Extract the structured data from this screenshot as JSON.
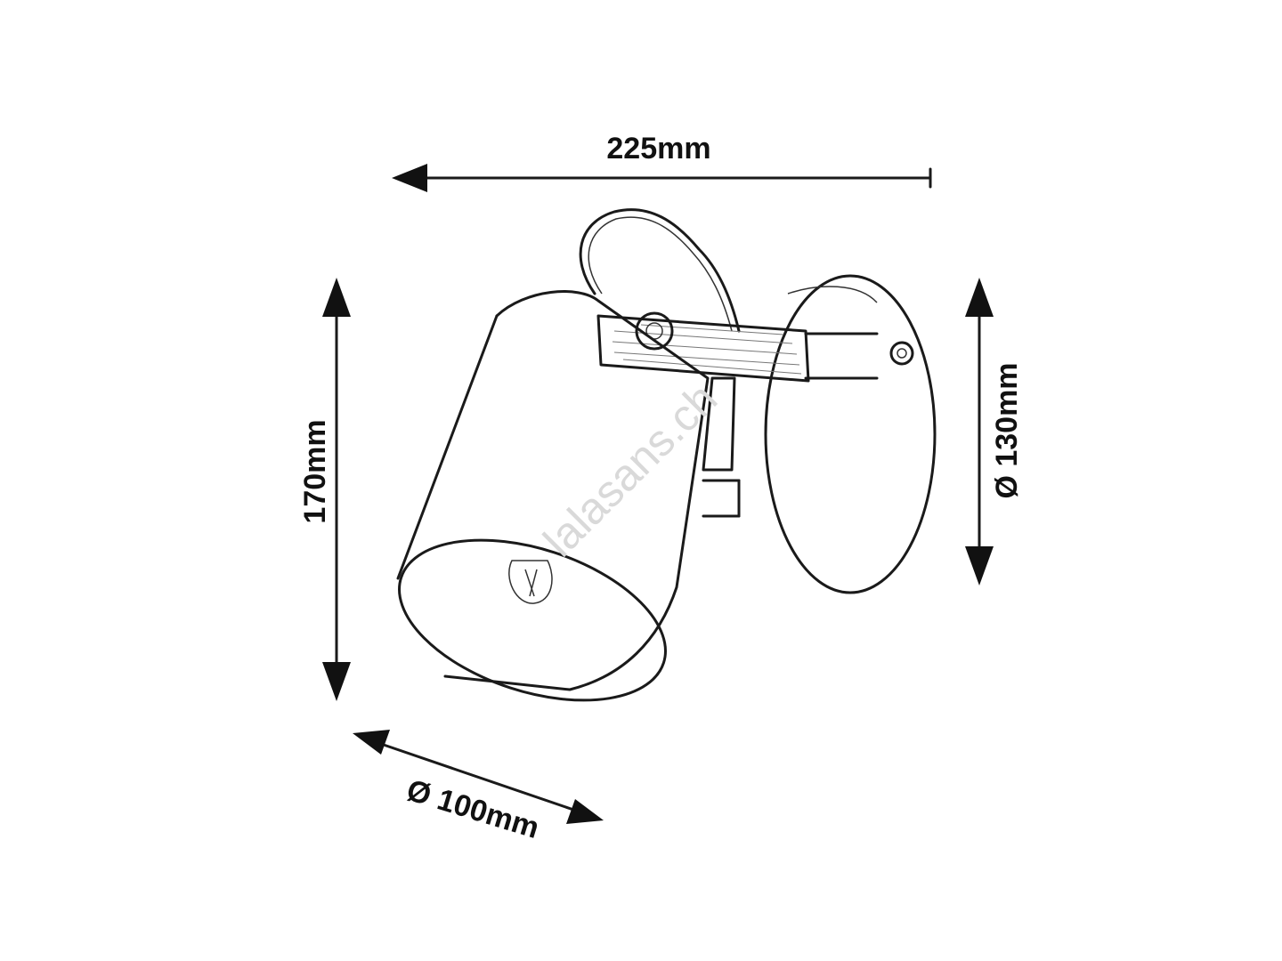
{
  "dimensions": {
    "width": "225mm",
    "height": "170mm",
    "base_diameter": "Ø 130mm",
    "shade_diameter": "Ø 100mm"
  },
  "watermark": "lalasans.ch",
  "colors": {
    "line": "#1a1a1a",
    "background": "#ffffff",
    "watermark": "#d9d9d9"
  }
}
